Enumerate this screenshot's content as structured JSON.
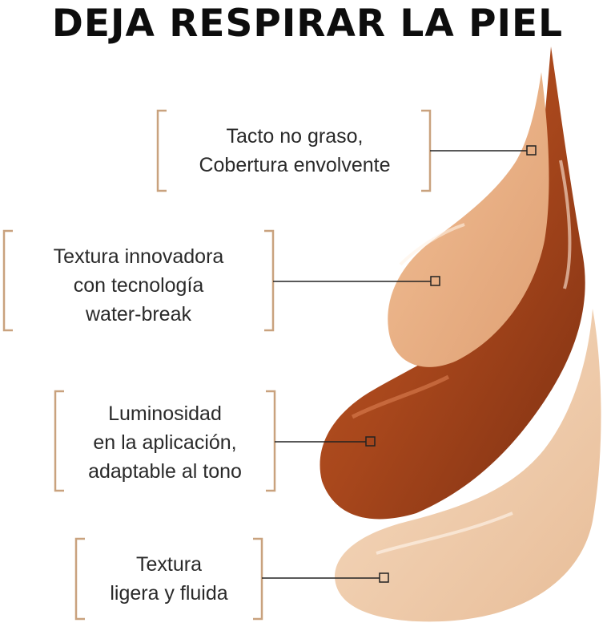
{
  "title": "DEJA RESPIRAR LA PIEL",
  "colors": {
    "bracket": "#c9a27e",
    "swatch_dark": "#a8471c",
    "swatch_medium": "#e8ae82",
    "swatch_light": "#efc9a6",
    "line": "#222222"
  },
  "callouts": [
    {
      "lines": [
        "Tacto no graso,",
        "Cobertura envolvente"
      ]
    },
    {
      "lines": [
        "Textura innovadora",
        "con tecnología",
        "water-break"
      ]
    },
    {
      "lines": [
        "Luminosidad",
        "en la aplicación,",
        "adaptable al tono"
      ]
    },
    {
      "lines": [
        "Textura",
        "ligera y fluida"
      ]
    }
  ]
}
